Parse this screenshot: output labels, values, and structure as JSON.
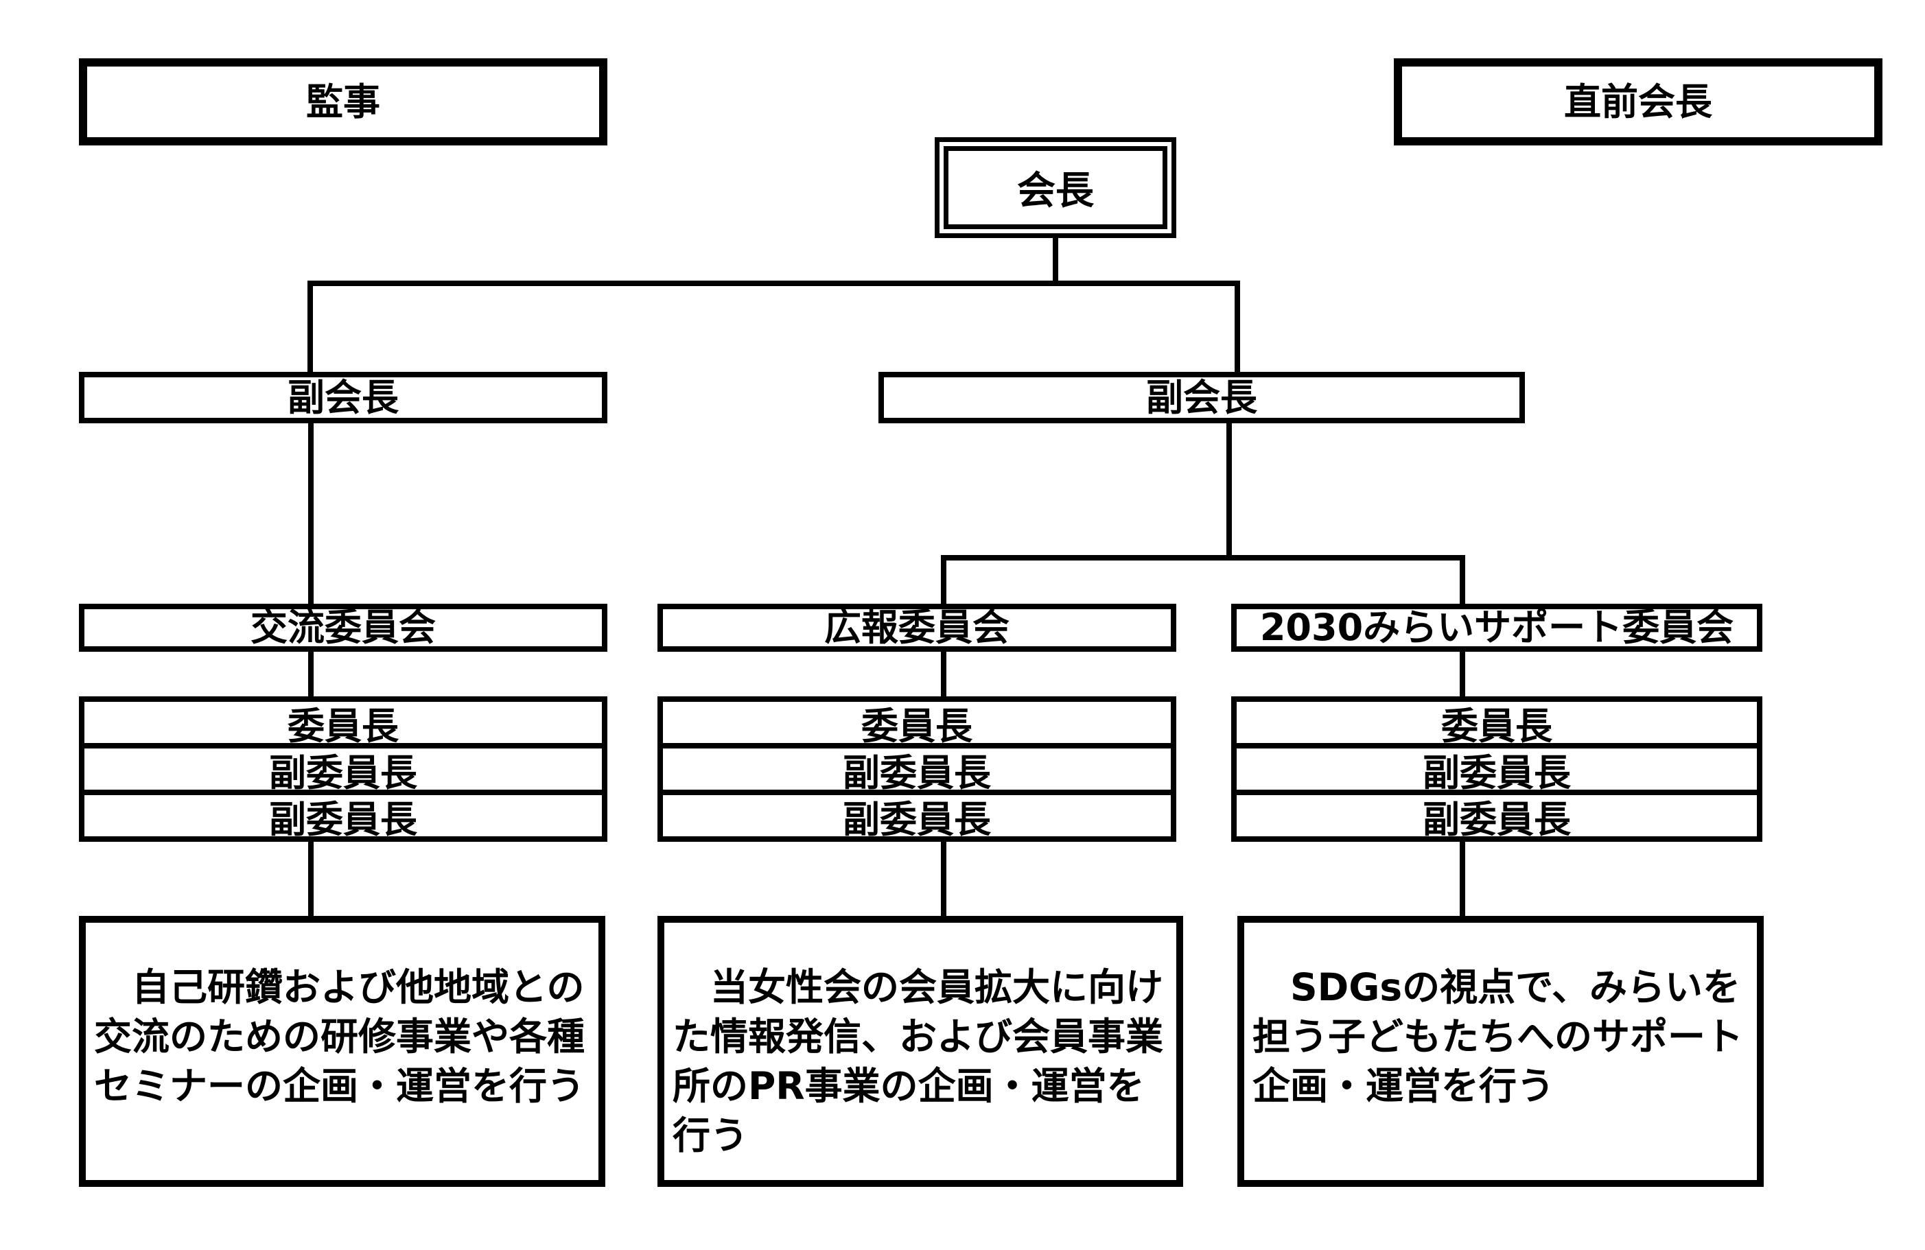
{
  "org_chart": {
    "auditor": {
      "label": "監事"
    },
    "past_president": {
      "label": "直前会長"
    },
    "president": {
      "label": "会長"
    },
    "vice_presidents": [
      {
        "label": "副会長"
      },
      {
        "label": "副会長"
      }
    ],
    "committees": [
      {
        "name": "交流委員会",
        "roles": [
          "委員長",
          "副委員長",
          "副委員長"
        ],
        "description": "　自己研鑽および他地域との交流のための研修事業や各種セミナーの企画・運営を行う"
      },
      {
        "name": "広報委員会",
        "roles": [
          "委員長",
          "副委員長",
          "副委員長"
        ],
        "description": "　当女性会の会員拡大に向けた情報発信、および会員事業所のPR事業の企画・運営を行う"
      },
      {
        "name": "2030みらいサポート委員会",
        "roles": [
          "委員長",
          "副委員長",
          "副委員長"
        ],
        "description": "　SDGsの視点で、みらいを担う子どもたちへのサポート企画・運営を行う"
      }
    ],
    "colors": {
      "line": "#000000",
      "background": "#ffffff",
      "text": "#000000"
    }
  }
}
